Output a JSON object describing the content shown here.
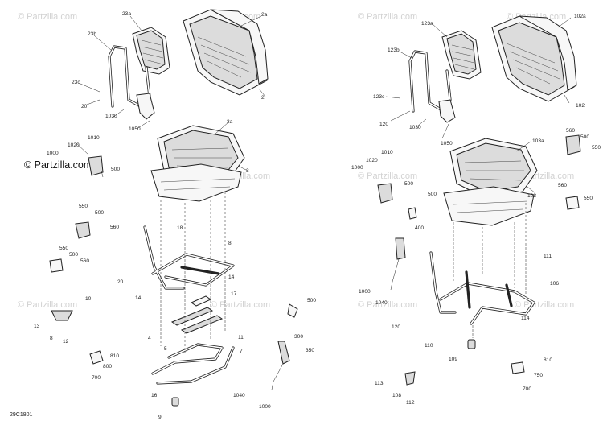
{
  "diagram_code": "29C1801",
  "watermark": {
    "text": "© Partzilla.com",
    "main_text": "© Partzilla.com"
  },
  "callouts": {
    "left": {
      "c23a": "23a",
      "c23b": "23b",
      "c23c": "23c",
      "c20a": "20",
      "c1030": "1030",
      "c1050": "1050",
      "c2a": "2a",
      "c2": "2",
      "c3a": "3a",
      "c3": "3",
      "c1010": "1010",
      "c1020": "1020",
      "c1000a": "1000",
      "c500a": "500",
      "c550a": "550",
      "c500b": "500",
      "c560a": "560",
      "c550b": "550",
      "c500c": "500",
      "c560b": "560",
      "c18": "18",
      "c8": "8",
      "c20b": "20",
      "c14a": "14",
      "c14b": "14",
      "c17": "17",
      "c10": "10",
      "c13": "13",
      "c8b": "8",
      "c12": "12",
      "c4": "4",
      "c5": "5",
      "c500d": "500",
      "c11": "11",
      "c7": "7",
      "c810": "810",
      "c800": "800",
      "c700": "700",
      "c300": "300",
      "c350": "350",
      "c16": "16",
      "c1040": "1040",
      "c1000b": "1000",
      "c9": "9"
    },
    "right": {
      "c123a": "123a",
      "c123b": "123b",
      "c123c": "123c",
      "c120a": "120",
      "c1030": "1030",
      "c1050": "1050",
      "c102a": "102a",
      "c102": "102",
      "c103a": "103a",
      "c103": "103",
      "c1010": "1010",
      "c1020": "1020",
      "c1000a": "1000",
      "c500a": "500",
      "c500b": "500",
      "c560a": "560",
      "c500c": "500",
      "c550a": "550",
      "c560b": "560",
      "c550b": "550",
      "c400": "400",
      "c1000b": "1000",
      "c1040": "1040",
      "c120b": "120",
      "c111": "111",
      "c106": "106",
      "c114": "114",
      "c110": "110",
      "c109": "109",
      "c113": "113",
      "c108": "108",
      "c112": "112",
      "c810": "810",
      "c750": "750",
      "c700": "700"
    }
  }
}
